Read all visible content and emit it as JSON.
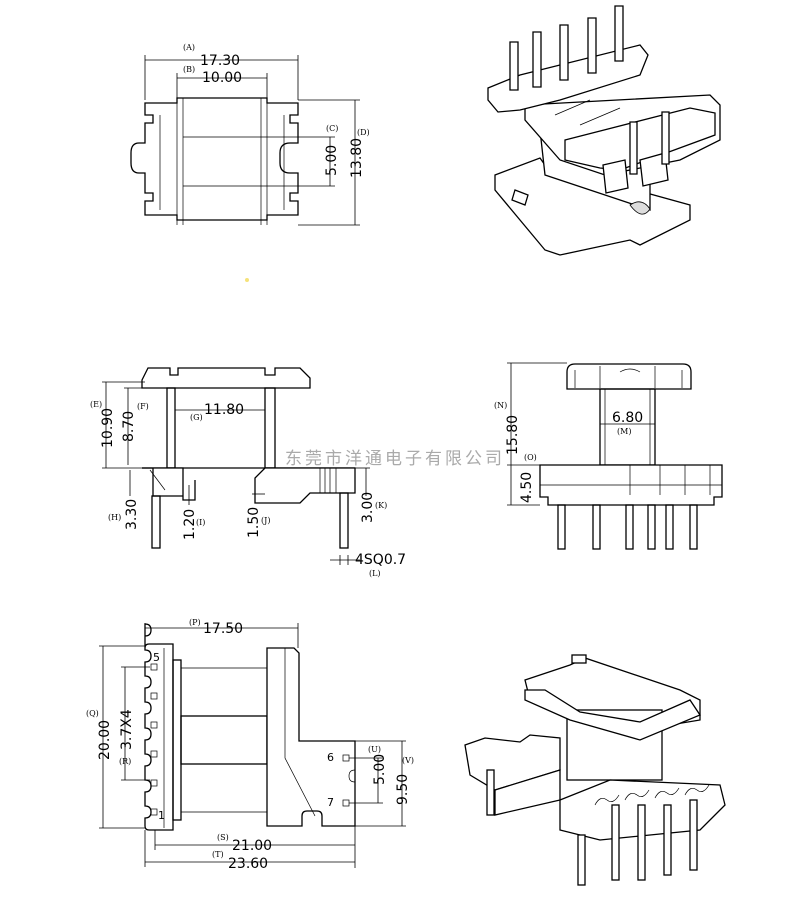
{
  "watermark": "东莞市洋通电子有限公司",
  "top_view": {
    "A": {
      "label": "(A)",
      "value": "17.30"
    },
    "B": {
      "label": "(B)",
      "value": "10.00"
    },
    "C": {
      "label": "(C)",
      "value": "5.00"
    },
    "D": {
      "label": "(D)",
      "value": "13.80"
    }
  },
  "side_view": {
    "E": {
      "label": "(E)",
      "value": "10.90"
    },
    "F": {
      "label": "(F)",
      "value": "8.70"
    },
    "G": {
      "label": "(G)",
      "value": "11.80"
    },
    "H": {
      "label": "(H)",
      "value": "3.30"
    },
    "I": {
      "label": "(I)",
      "value": "1.20"
    },
    "J": {
      "label": "(J)",
      "value": "1.50"
    },
    "K": {
      "label": "(K)",
      "value": "3.00"
    },
    "L": {
      "label": "(L)",
      "value": "4SQ0.7"
    }
  },
  "front_view": {
    "N": {
      "label": "(N)",
      "value": "15.80"
    },
    "M": {
      "label": "(M)",
      "value": "6.80"
    },
    "O": {
      "label": "(O)",
      "value": "4.50"
    }
  },
  "bottom_view": {
    "P": {
      "label": "(P)",
      "value": "17.50"
    },
    "Q": {
      "label": "(Q)",
      "value": "20.00"
    },
    "R": {
      "label": "(R)",
      "value": "3.7X4"
    },
    "U": {
      "label": "(U)",
      "value": "5.00"
    },
    "V": {
      "label": "(V)",
      "value": "9.50"
    },
    "S": {
      "label": "(S)",
      "value": "21.00"
    },
    "T": {
      "label": "(T)",
      "value": "23.60"
    },
    "pins": [
      "5",
      "1",
      "6",
      "7"
    ]
  }
}
